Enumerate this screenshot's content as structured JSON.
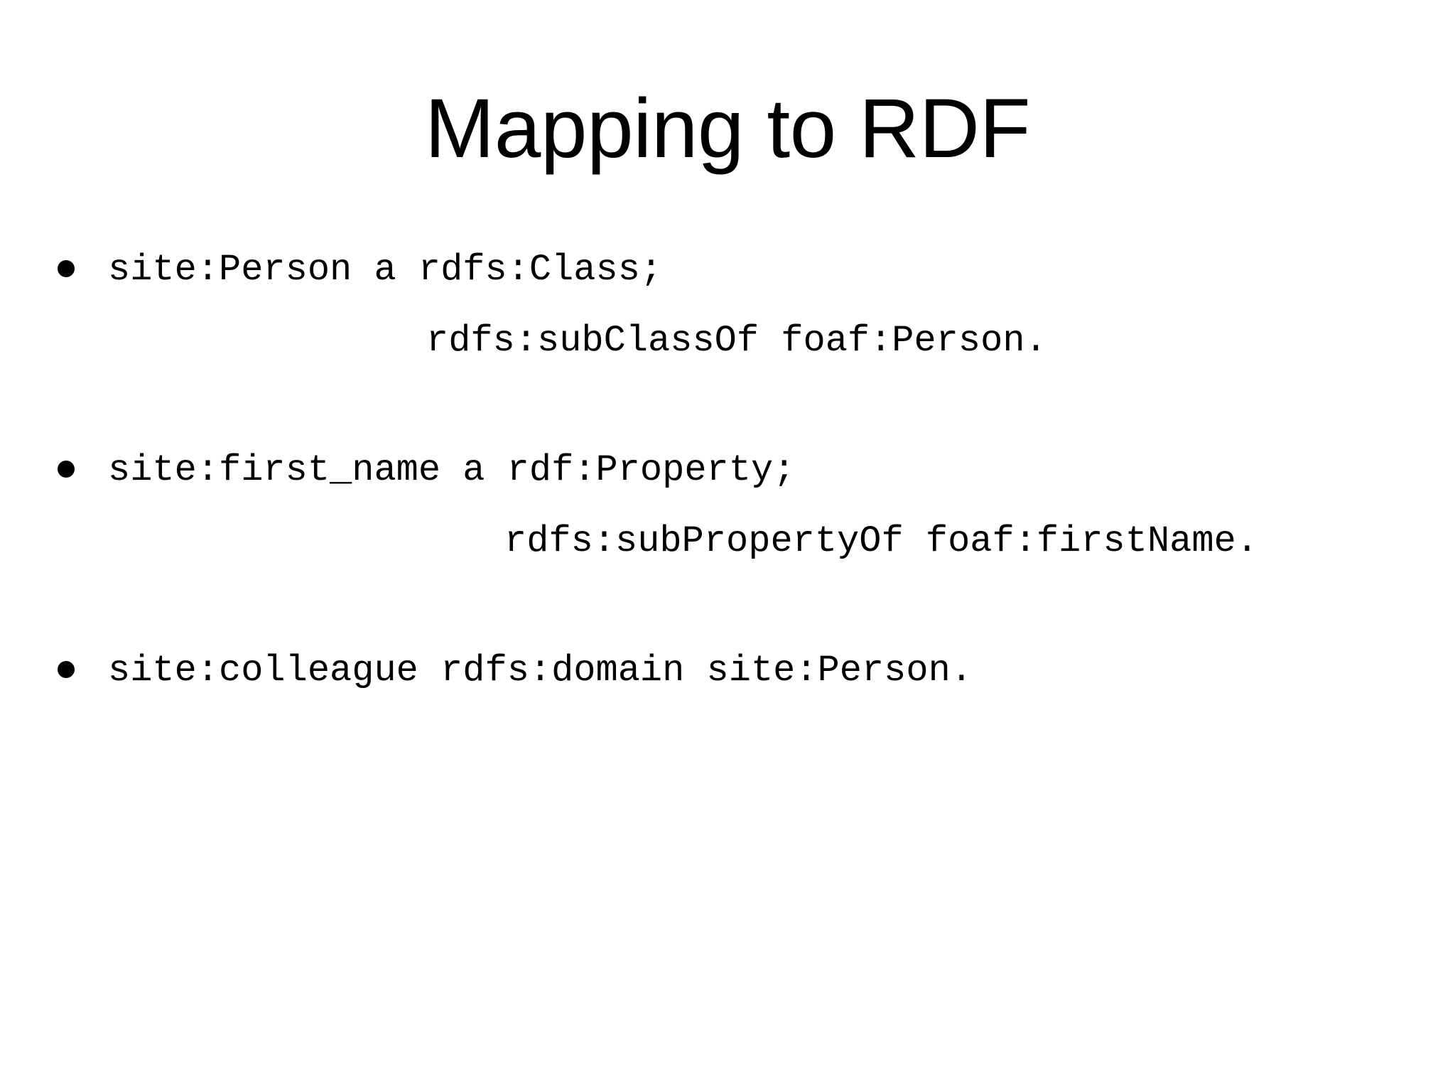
{
  "slide": {
    "title": "Mapping to RDF",
    "background_color": "#ffffff",
    "text_color": "#000000",
    "bullets": [
      {
        "marker": "bullet-dot",
        "lines": [
          {
            "text": "site:Person a rdfs:Class;",
            "indent": 0
          },
          {
            "text": "rdfs:subClassOf foaf:Person.",
            "indent": 9
          }
        ]
      },
      {
        "marker": "bullet-dot",
        "lines": [
          {
            "text": "site:first_name a rdf:Property;",
            "indent": 0
          },
          {
            "text": "rdfs:subPropertyOf foaf:firstName.",
            "indent": 11
          }
        ]
      },
      {
        "marker": "bullet-dot",
        "lines": [
          {
            "text": "site:colleague rdfs:domain site:Person.",
            "indent": 0
          }
        ]
      }
    ]
  }
}
